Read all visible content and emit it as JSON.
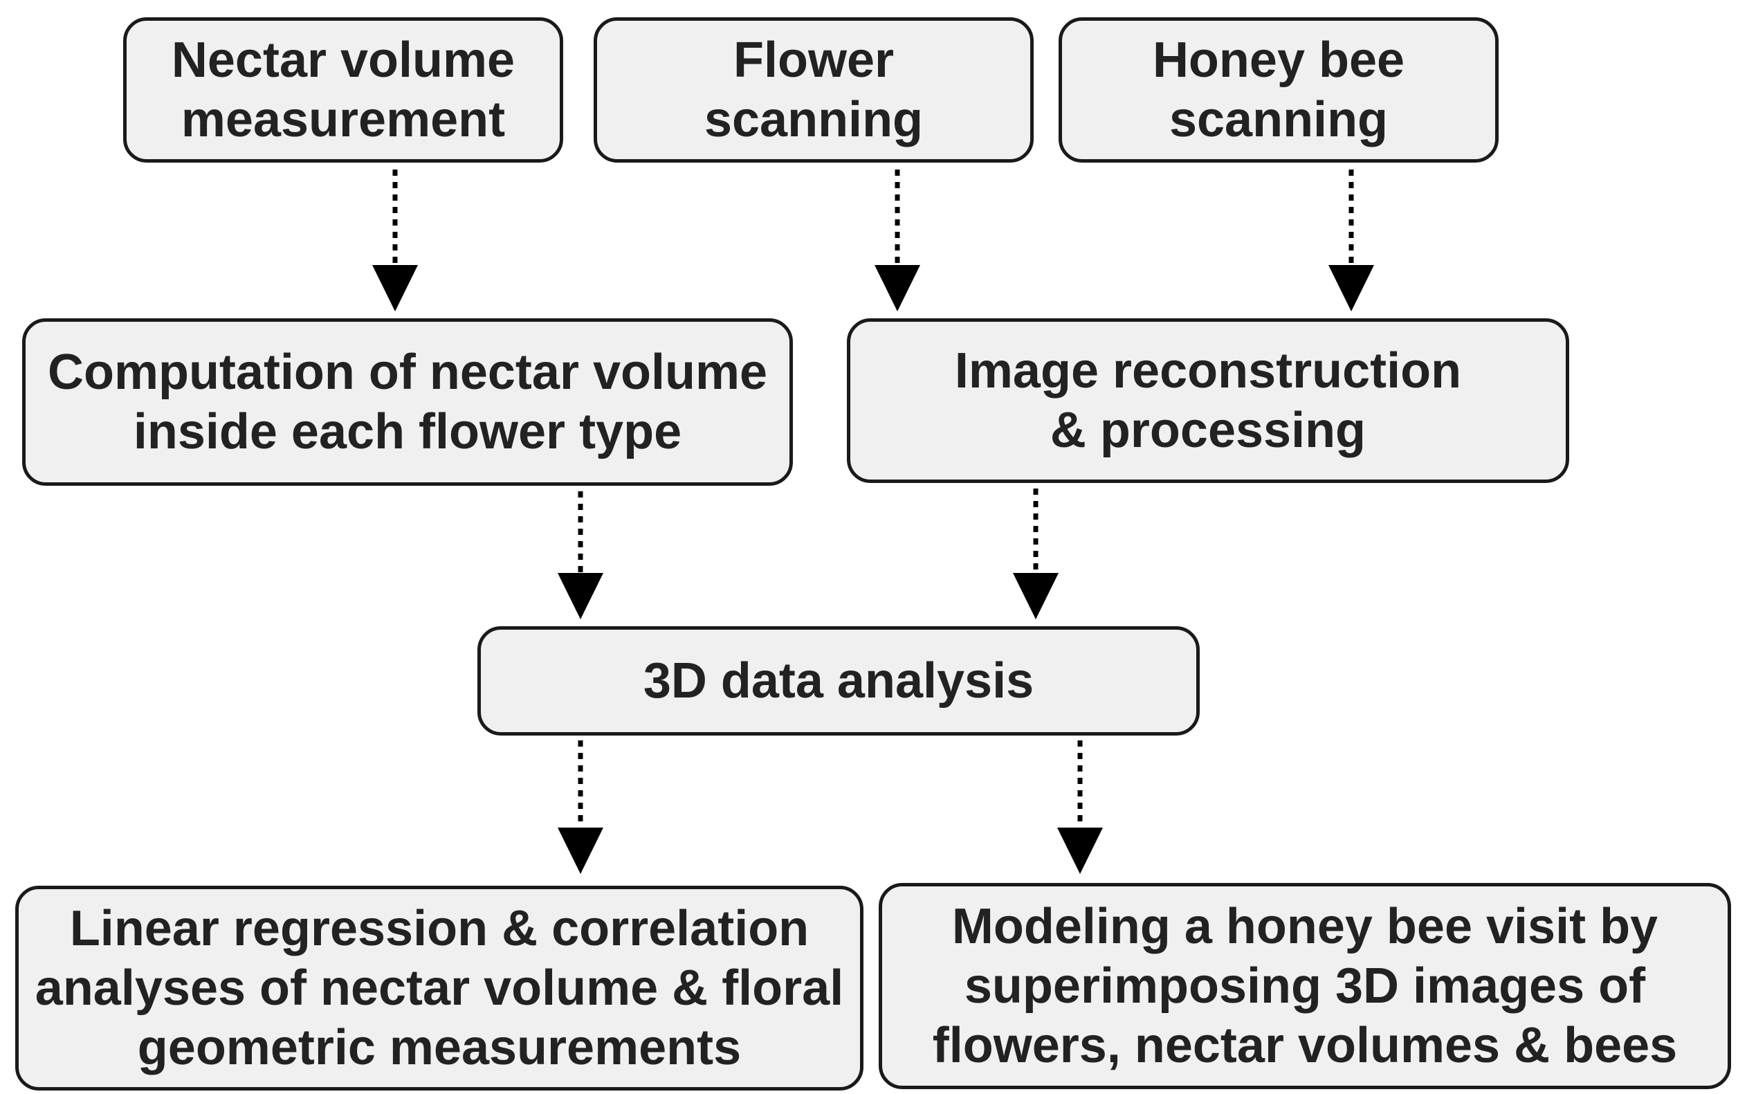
{
  "boxes": {
    "nectar_volume_measurement": [
      "Nectar volume",
      "measurement"
    ],
    "flower_scanning": [
      "Flower",
      "scanning"
    ],
    "honey_bee_scanning": [
      "Honey bee",
      "scanning"
    ],
    "computation_nectar_volume": [
      "Computation of nectar volume",
      "inside each flower type"
    ],
    "image_reconstruction": [
      "Image reconstruction",
      "& processing"
    ],
    "data_analysis_3d": [
      "3D data analysis"
    ],
    "linear_regression": [
      "Linear regression & correlation",
      "analyses of nectar volume & floral",
      "geometric measurements"
    ],
    "modeling_bee_visit": [
      "Modeling a honey bee visit by",
      "superimposing 3D images of",
      "flowers, nectar volumes & bees"
    ]
  },
  "colors": {
    "box_fill": "#f0f0f0",
    "box_border": "#1a1a1a",
    "text": "#222222",
    "arrow": "#000000"
  },
  "connectors": [
    {
      "from": "nectar_volume_measurement",
      "to": "computation_nectar_volume",
      "style": "dotted"
    },
    {
      "from": "flower_scanning",
      "to": "image_reconstruction",
      "style": "dotted"
    },
    {
      "from": "honey_bee_scanning",
      "to": "image_reconstruction",
      "style": "dotted"
    },
    {
      "from": "computation_nectar_volume",
      "to": "data_analysis_3d",
      "style": "dotted"
    },
    {
      "from": "image_reconstruction",
      "to": "data_analysis_3d",
      "style": "dotted"
    },
    {
      "from": "data_analysis_3d",
      "to": "linear_regression",
      "style": "dotted"
    },
    {
      "from": "data_analysis_3d",
      "to": "modeling_bee_visit",
      "style": "dotted"
    }
  ]
}
